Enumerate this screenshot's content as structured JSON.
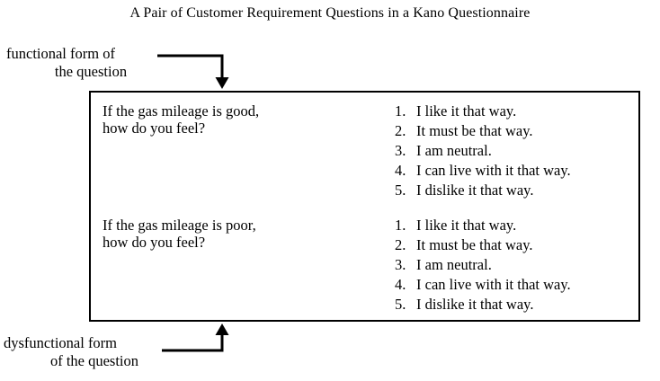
{
  "figure": {
    "title": "A Pair of Customer Requirement Questions in a Kano Questionnaire",
    "background_color": "#ffffff",
    "line_color": "#000000"
  },
  "callouts": {
    "functional": {
      "line1": "functional form of",
      "line2": "the question",
      "arrow_icon": "arrow-down-icon"
    },
    "dysfunctional": {
      "line1": "dysfunctional form",
      "line2": "of the question",
      "arrow_icon": "arrow-up-icon"
    }
  },
  "table": {
    "rows": [
      {
        "form": "functional",
        "question_line1": "If the gas mileage is good,",
        "question_line2": "how do you feel?",
        "answers": [
          {
            "num": "1.",
            "text": "I like it that way."
          },
          {
            "num": "2.",
            "text": "It must be that way."
          },
          {
            "num": "3.",
            "text": "I am neutral."
          },
          {
            "num": "4.",
            "text": "I can live with it that way."
          },
          {
            "num": "5.",
            "text": "I dislike it that way."
          }
        ]
      },
      {
        "form": "dysfunctional",
        "question_line1": "If the gas mileage is poor,",
        "question_line2": "how do you feel?",
        "answers": [
          {
            "num": "1.",
            "text": "I like it that way."
          },
          {
            "num": "2.",
            "text": "It must be that way."
          },
          {
            "num": "3.",
            "text": "I am neutral."
          },
          {
            "num": "4.",
            "text": "I can live with it that way."
          },
          {
            "num": "5.",
            "text": "I dislike it that way."
          }
        ]
      }
    ]
  }
}
